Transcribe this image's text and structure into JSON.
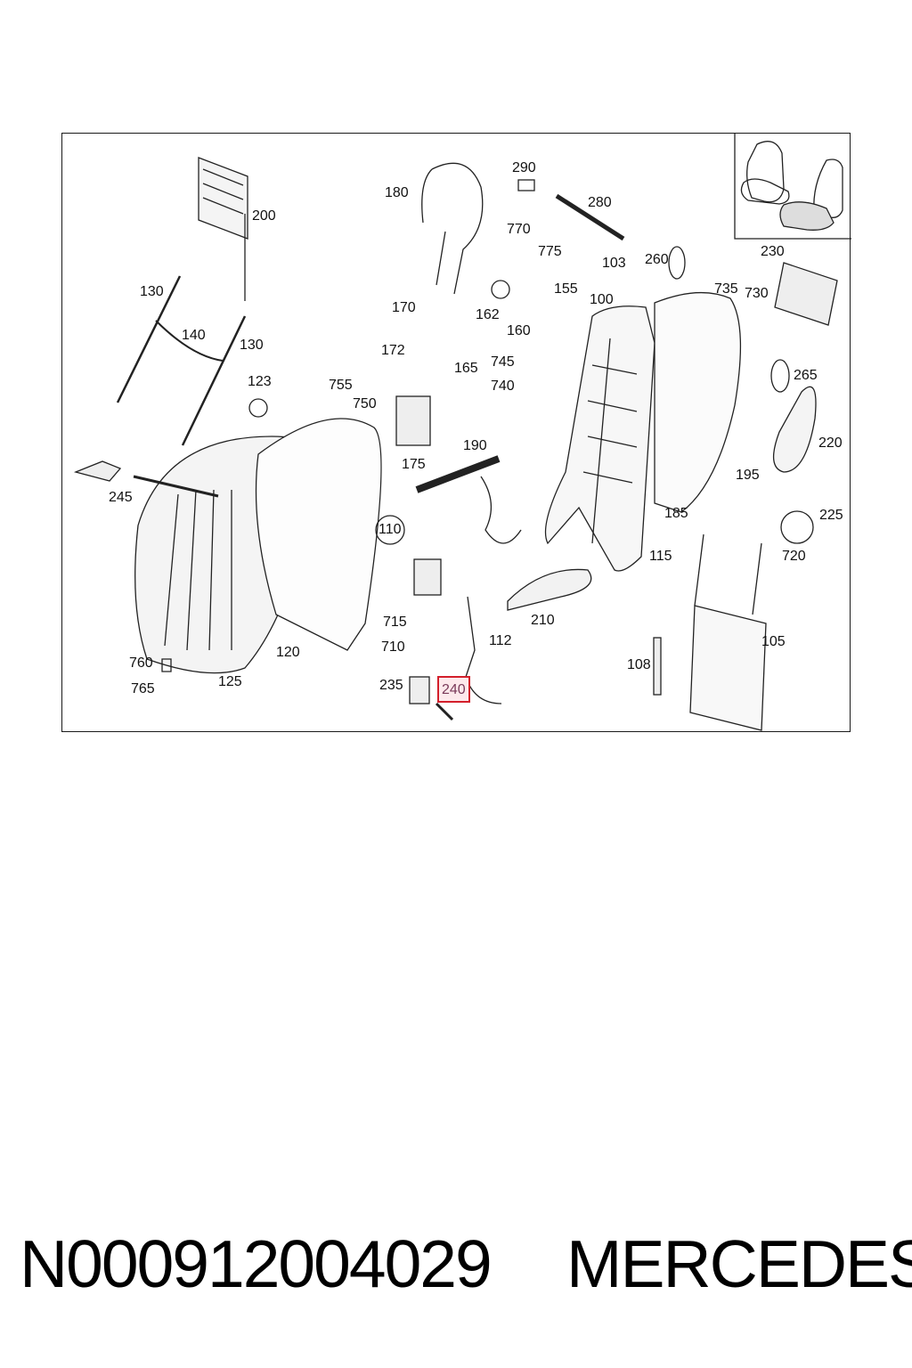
{
  "diagram": {
    "labels": [
      "290",
      "180",
      "280",
      "200",
      "770",
      "775",
      "103",
      "260",
      "230",
      "130",
      "155",
      "100",
      "735",
      "730",
      "170",
      "162",
      "160",
      "140",
      "130",
      "172",
      "745",
      "165",
      "265",
      "123",
      "755",
      "740",
      "750",
      "220",
      "175",
      "190",
      "195",
      "245",
      "225",
      "185",
      "110",
      "115",
      "720",
      "210",
      "715",
      "112",
      "105",
      "710",
      "760",
      "120",
      "108",
      "125",
      "765",
      "235",
      "240"
    ],
    "highlighted_label": "240"
  },
  "footer": {
    "part_number": "N000912004029",
    "brand": "MERCEDES"
  }
}
